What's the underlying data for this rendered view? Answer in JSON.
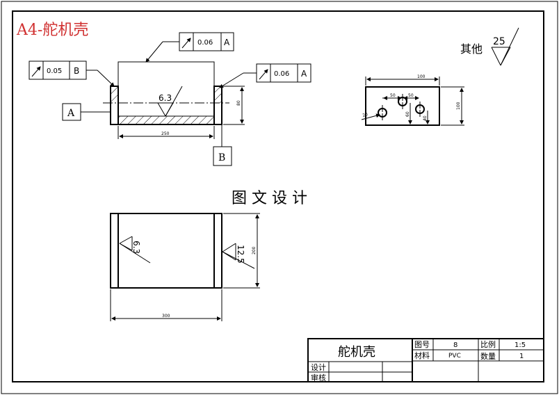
{
  "title": "A4-舵机壳",
  "watermark": "图 文 设 计",
  "surface_note": {
    "label": "其他",
    "value": "25"
  },
  "front_view": {
    "tol_top": {
      "value": "0.06",
      "datum": "A"
    },
    "tol_left": {
      "value": "0.05",
      "datum": "B"
    },
    "tol_right": {
      "value": "0.06",
      "datum": "A"
    },
    "datum_a": "A",
    "datum_b": "B",
    "roughness": "6.3",
    "dim_width": "250",
    "dim_height": "80"
  },
  "side_view": {
    "dim_width": "100",
    "dim_height": "100",
    "dim_spacing_1": "50",
    "dim_spacing_2": "50",
    "dim_hole_v1": "60",
    "dim_hole_v2": "40",
    "dim_hole_dia": "20"
  },
  "top_view": {
    "roughness_left": "6.3",
    "roughness_right": "12.5",
    "dim_width": "300",
    "dim_height": "200"
  },
  "title_block": {
    "part_name": "舵机壳",
    "drawing_no_label": "图号",
    "drawing_no": "8",
    "material_label": "材料",
    "material": "PVC",
    "scale_label": "比例",
    "scale": "1:5",
    "quantity_label": "数量",
    "quantity": "1",
    "design_label": "设计",
    "review_label": "审核"
  }
}
